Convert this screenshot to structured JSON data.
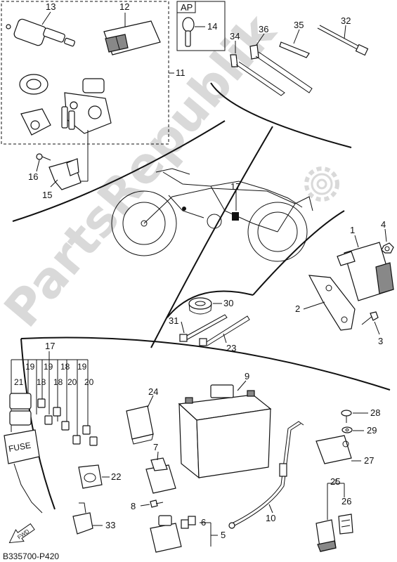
{
  "diagram_code": "B335700-P420",
  "watermark": "PartsRepublik",
  "ap_label": "AP",
  "fwd_label": "FWD",
  "fuse_label": "FUSE",
  "callouts": {
    "c1": "1",
    "c2": "2",
    "c3": "3",
    "c4": "4",
    "c5": "5",
    "c6": "6",
    "c7": "7",
    "c8": "8",
    "c9": "9",
    "c10": "10",
    "c11": "11",
    "c12": "12",
    "c13": "13",
    "c14": "14",
    "c15": "15",
    "c16": "16",
    "c17a": "17",
    "c17b": "17",
    "c18a": "18",
    "c18b": "18",
    "c18c": "18",
    "c19a": "19",
    "c19b": "19",
    "c19c": "19",
    "c20a": "20",
    "c20b": "20",
    "c21": "21",
    "c22": "22",
    "c23": "23",
    "c24": "24",
    "c25": "25",
    "c26": "26",
    "c27": "27",
    "c28": "28",
    "c29": "29",
    "c30": "30",
    "c31": "31",
    "c32": "32",
    "c33": "33",
    "c34": "34",
    "c35": "35",
    "c36": "36"
  }
}
